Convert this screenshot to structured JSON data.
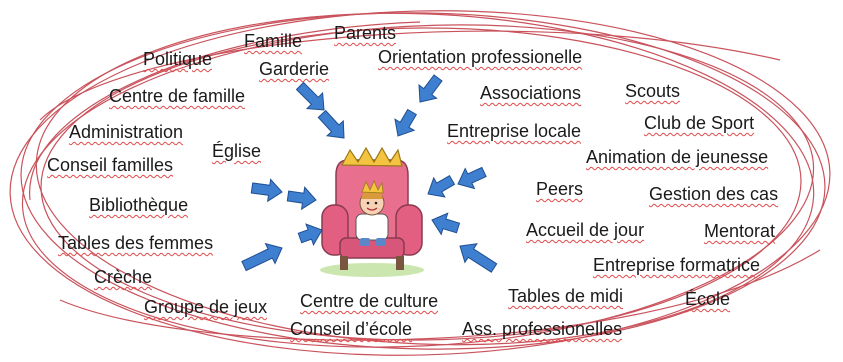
{
  "diagram": {
    "center_icon": "child-on-throne-icon",
    "arrow_icon": "blue-arrow-icon",
    "outline_color": "#c4414b",
    "arrow_color": "#3f7fd0",
    "labels": [
      "Famille",
      "Parents",
      "Politique",
      "Garderie",
      "Orientation professionelle",
      "Centre de famille",
      "Associations",
      "Scouts",
      "Administration",
      "Église",
      "Entreprise locale",
      "Club de Sport",
      "Conseil familles",
      "Animation de jeunesse",
      "Peers",
      "Gestion des cas",
      "Bibliothèque",
      "Accueil de jour",
      "Mentorat",
      "Tables des femmes",
      "Entreprise formatrice",
      "Crèche",
      "Tables de midi",
      "École",
      "Groupe de jeux",
      "Centre de culture",
      "Conseil d’école",
      "Ass. professionelles"
    ]
  }
}
